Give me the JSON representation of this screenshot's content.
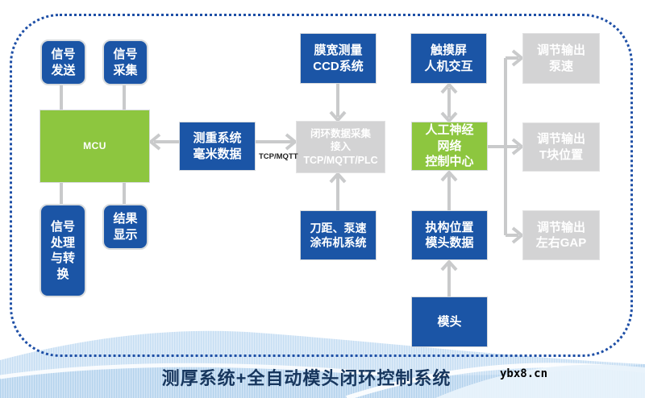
{
  "nodes": {
    "signal_send": "信号\n发送",
    "signal_collect": "信号\n采集",
    "mcu": "MCU",
    "signal_process": "信号\n处理\n与转\n换",
    "result_display": "结果\n显示",
    "weigh_system": "测重系统\n毫米数据",
    "film_width_ccd": "膜宽测量\nCCD系统",
    "closed_loop": "闭环数据采集\n接入\nTCP/MQTT/PLC",
    "touch_screen": "触摸屏\n人机交互",
    "ann_center": "人工神经\n网络\n控制中心",
    "knife_pump": "刀距、泵速\n涂布机系统",
    "actuator_pos": "执构位置\n模头数据",
    "die_head": "模头",
    "out_pump_speed": "调节输出\n泵速",
    "out_t_block": "调节输出\nT块位置",
    "out_lr_gap": "调节输出\n左右GAP"
  },
  "edge_labels": {
    "tcp_mqtt": "TCP/MQTT"
  },
  "footer": {
    "title": "测厚系统+全自动模头闭环控制系统",
    "watermark": "ybx8.cn"
  },
  "colors": {
    "blue": "#1B55A6",
    "green": "#8DC63F",
    "gray": "#D3D3D4",
    "line": "#C9CACB",
    "border": "#1E4FA6",
    "title": "#17365D"
  }
}
